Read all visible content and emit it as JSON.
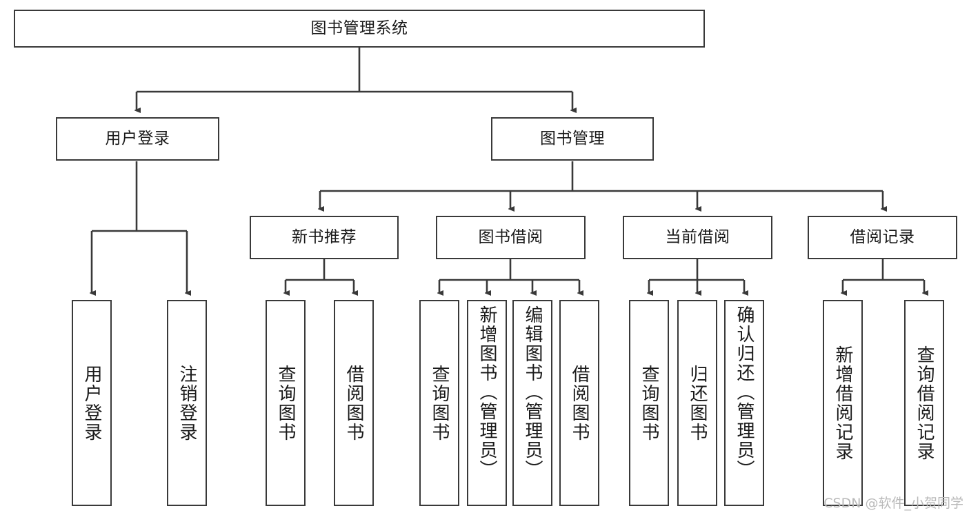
{
  "diagram": {
    "type": "tree-hierarchy",
    "title": "图书管理系统",
    "root": {
      "label": "图书管理系统"
    },
    "level2": [
      {
        "label": "用户登录"
      },
      {
        "label": "图书管理"
      }
    ],
    "level3": [
      {
        "label": "新书推荐"
      },
      {
        "label": "图书借阅"
      },
      {
        "label": "当前借阅"
      },
      {
        "label": "借阅记录"
      }
    ],
    "leaves": {
      "user_login": [
        {
          "label": "用户登录"
        },
        {
          "label": "注销登录"
        }
      ],
      "new_book_recommend": [
        {
          "label": "查询图书"
        },
        {
          "label": "借阅图书"
        }
      ],
      "book_borrow": [
        {
          "label": "查询图书"
        },
        {
          "label": "新增图书（管理员）"
        },
        {
          "label": "编辑图书（管理员）"
        },
        {
          "label": "借阅图书"
        }
      ],
      "current_borrow": [
        {
          "label": "查询图书"
        },
        {
          "label": "归还图书"
        },
        {
          "label": "确认归还（管理员）"
        }
      ],
      "borrow_record": [
        {
          "label": "新增借阅记录"
        },
        {
          "label": "查询借阅记录"
        }
      ]
    }
  },
  "watermark": {
    "text": "CSDN @软件_小贺同学"
  },
  "colors": {
    "border": "#393939",
    "text": "#1a1a1a",
    "background": "#ffffff",
    "watermark": "#b9b9b9"
  }
}
